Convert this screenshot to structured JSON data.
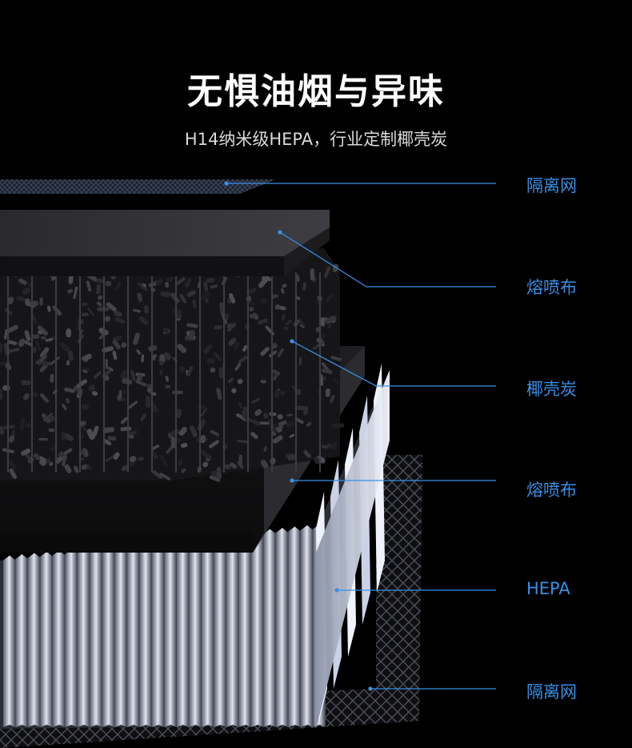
{
  "header": {
    "title": "无惧油烟与异味",
    "subtitle": "H14纳米级HEPA，行业定制椰壳炭"
  },
  "layers": [
    {
      "label": "隔离网"
    },
    {
      "label": "熔喷布"
    },
    {
      "label": "椰壳炭"
    },
    {
      "label": "熔喷布"
    },
    {
      "label": "HEPA"
    },
    {
      "label": "隔离网"
    }
  ],
  "colors": {
    "background": "#000000",
    "accent": "#3a8fe6",
    "title": "#ffffff"
  }
}
